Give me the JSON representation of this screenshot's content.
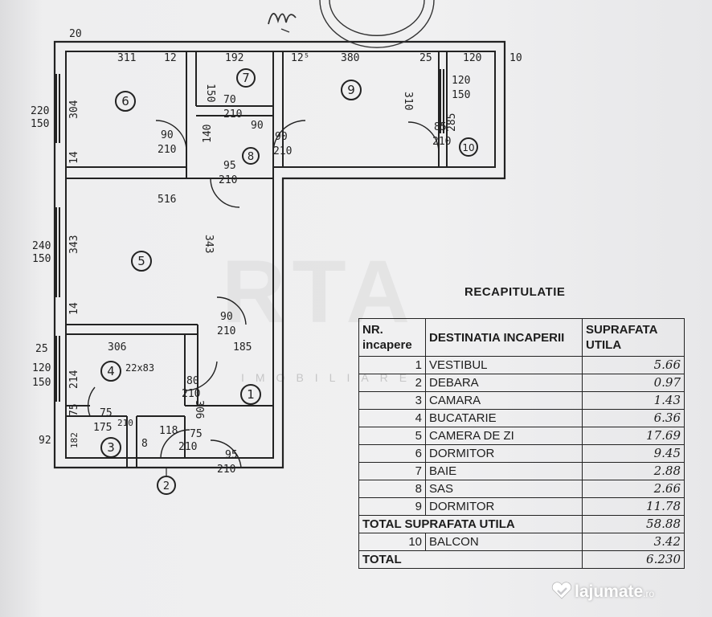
{
  "plan": {
    "rooms": [
      "1",
      "2",
      "3",
      "4",
      "5",
      "6",
      "7",
      "8",
      "9",
      "10"
    ],
    "dims": {
      "d20": "20",
      "d311": "311",
      "d12a": "12",
      "d192": "192",
      "d125": "12⁵",
      "d380": "380",
      "d25a": "25",
      "d120a": "120",
      "d10": "10",
      "d304": "304",
      "d220": "220",
      "d150a": "150",
      "d14a": "14",
      "d150b": "150",
      "d70": "70",
      "d210a": "210",
      "d90a": "90",
      "d210b": "210",
      "d90b": "90",
      "d210c": "210",
      "d95a": "95",
      "d210d": "210",
      "d140": "140",
      "d90c": "90",
      "d310": "310",
      "d120b": "120",
      "d150c": "150",
      "d85": "85",
      "d210e": "210",
      "d285": "285",
      "d516": "516",
      "d240": "240",
      "d150d": "150",
      "d343a": "343",
      "d343b": "343",
      "d14b": "14",
      "d90d": "90",
      "d210f": "210",
      "d306": "306",
      "d185": "185",
      "d25b": "25",
      "d120c": "120",
      "d150e": "150",
      "d214": "214",
      "d22x83": "22x83",
      "d80": "80",
      "d210g": "210",
      "d306b": "306",
      "d75a": "75",
      "d75b": "75",
      "d175": "175",
      "d210h": "210",
      "d118": "118",
      "d8": "8",
      "d75c": "75",
      "d210i": "210",
      "d92": "92",
      "d182": "182",
      "d95b": "95",
      "d210j": "210"
    }
  },
  "recap": {
    "title": "RECAPITULATIE",
    "headers": {
      "nr": "NR. incapere",
      "dest": "DESTINATIA INCAPERII",
      "supr": "SUPRAFATA UTILA"
    },
    "rows": [
      {
        "nr": "1",
        "name": "VESTIBUL",
        "value": "5.66"
      },
      {
        "nr": "2",
        "name": "DEBARA",
        "value": "0.97"
      },
      {
        "nr": "3",
        "name": "CAMARA",
        "value": "1.43"
      },
      {
        "nr": "4",
        "name": "BUCATARIE",
        "value": "6.36"
      },
      {
        "nr": "5",
        "name": "CAMERA DE ZI",
        "value": "17.69"
      },
      {
        "nr": "6",
        "name": "DORMITOR",
        "value": "9.45"
      },
      {
        "nr": "7",
        "name": "BAIE",
        "value": "2.88"
      },
      {
        "nr": "8",
        "name": "SAS",
        "value": "2.66"
      },
      {
        "nr": "9",
        "name": "DORMITOR",
        "value": "11.78"
      }
    ],
    "total_utila_label": "TOTAL SUPRAFATA UTILA",
    "total_utila_value": "58.88",
    "balcon": {
      "nr": "10",
      "name": "BALCON",
      "value": "3.42"
    },
    "total_label": "TOTAL",
    "total_value": "6.230"
  },
  "watermark": {
    "big": "RTA",
    "small": "IMOBILIARE"
  },
  "brand": {
    "name": "lajumate",
    "tld": ".ro",
    "icon": "heart-check-icon"
  }
}
